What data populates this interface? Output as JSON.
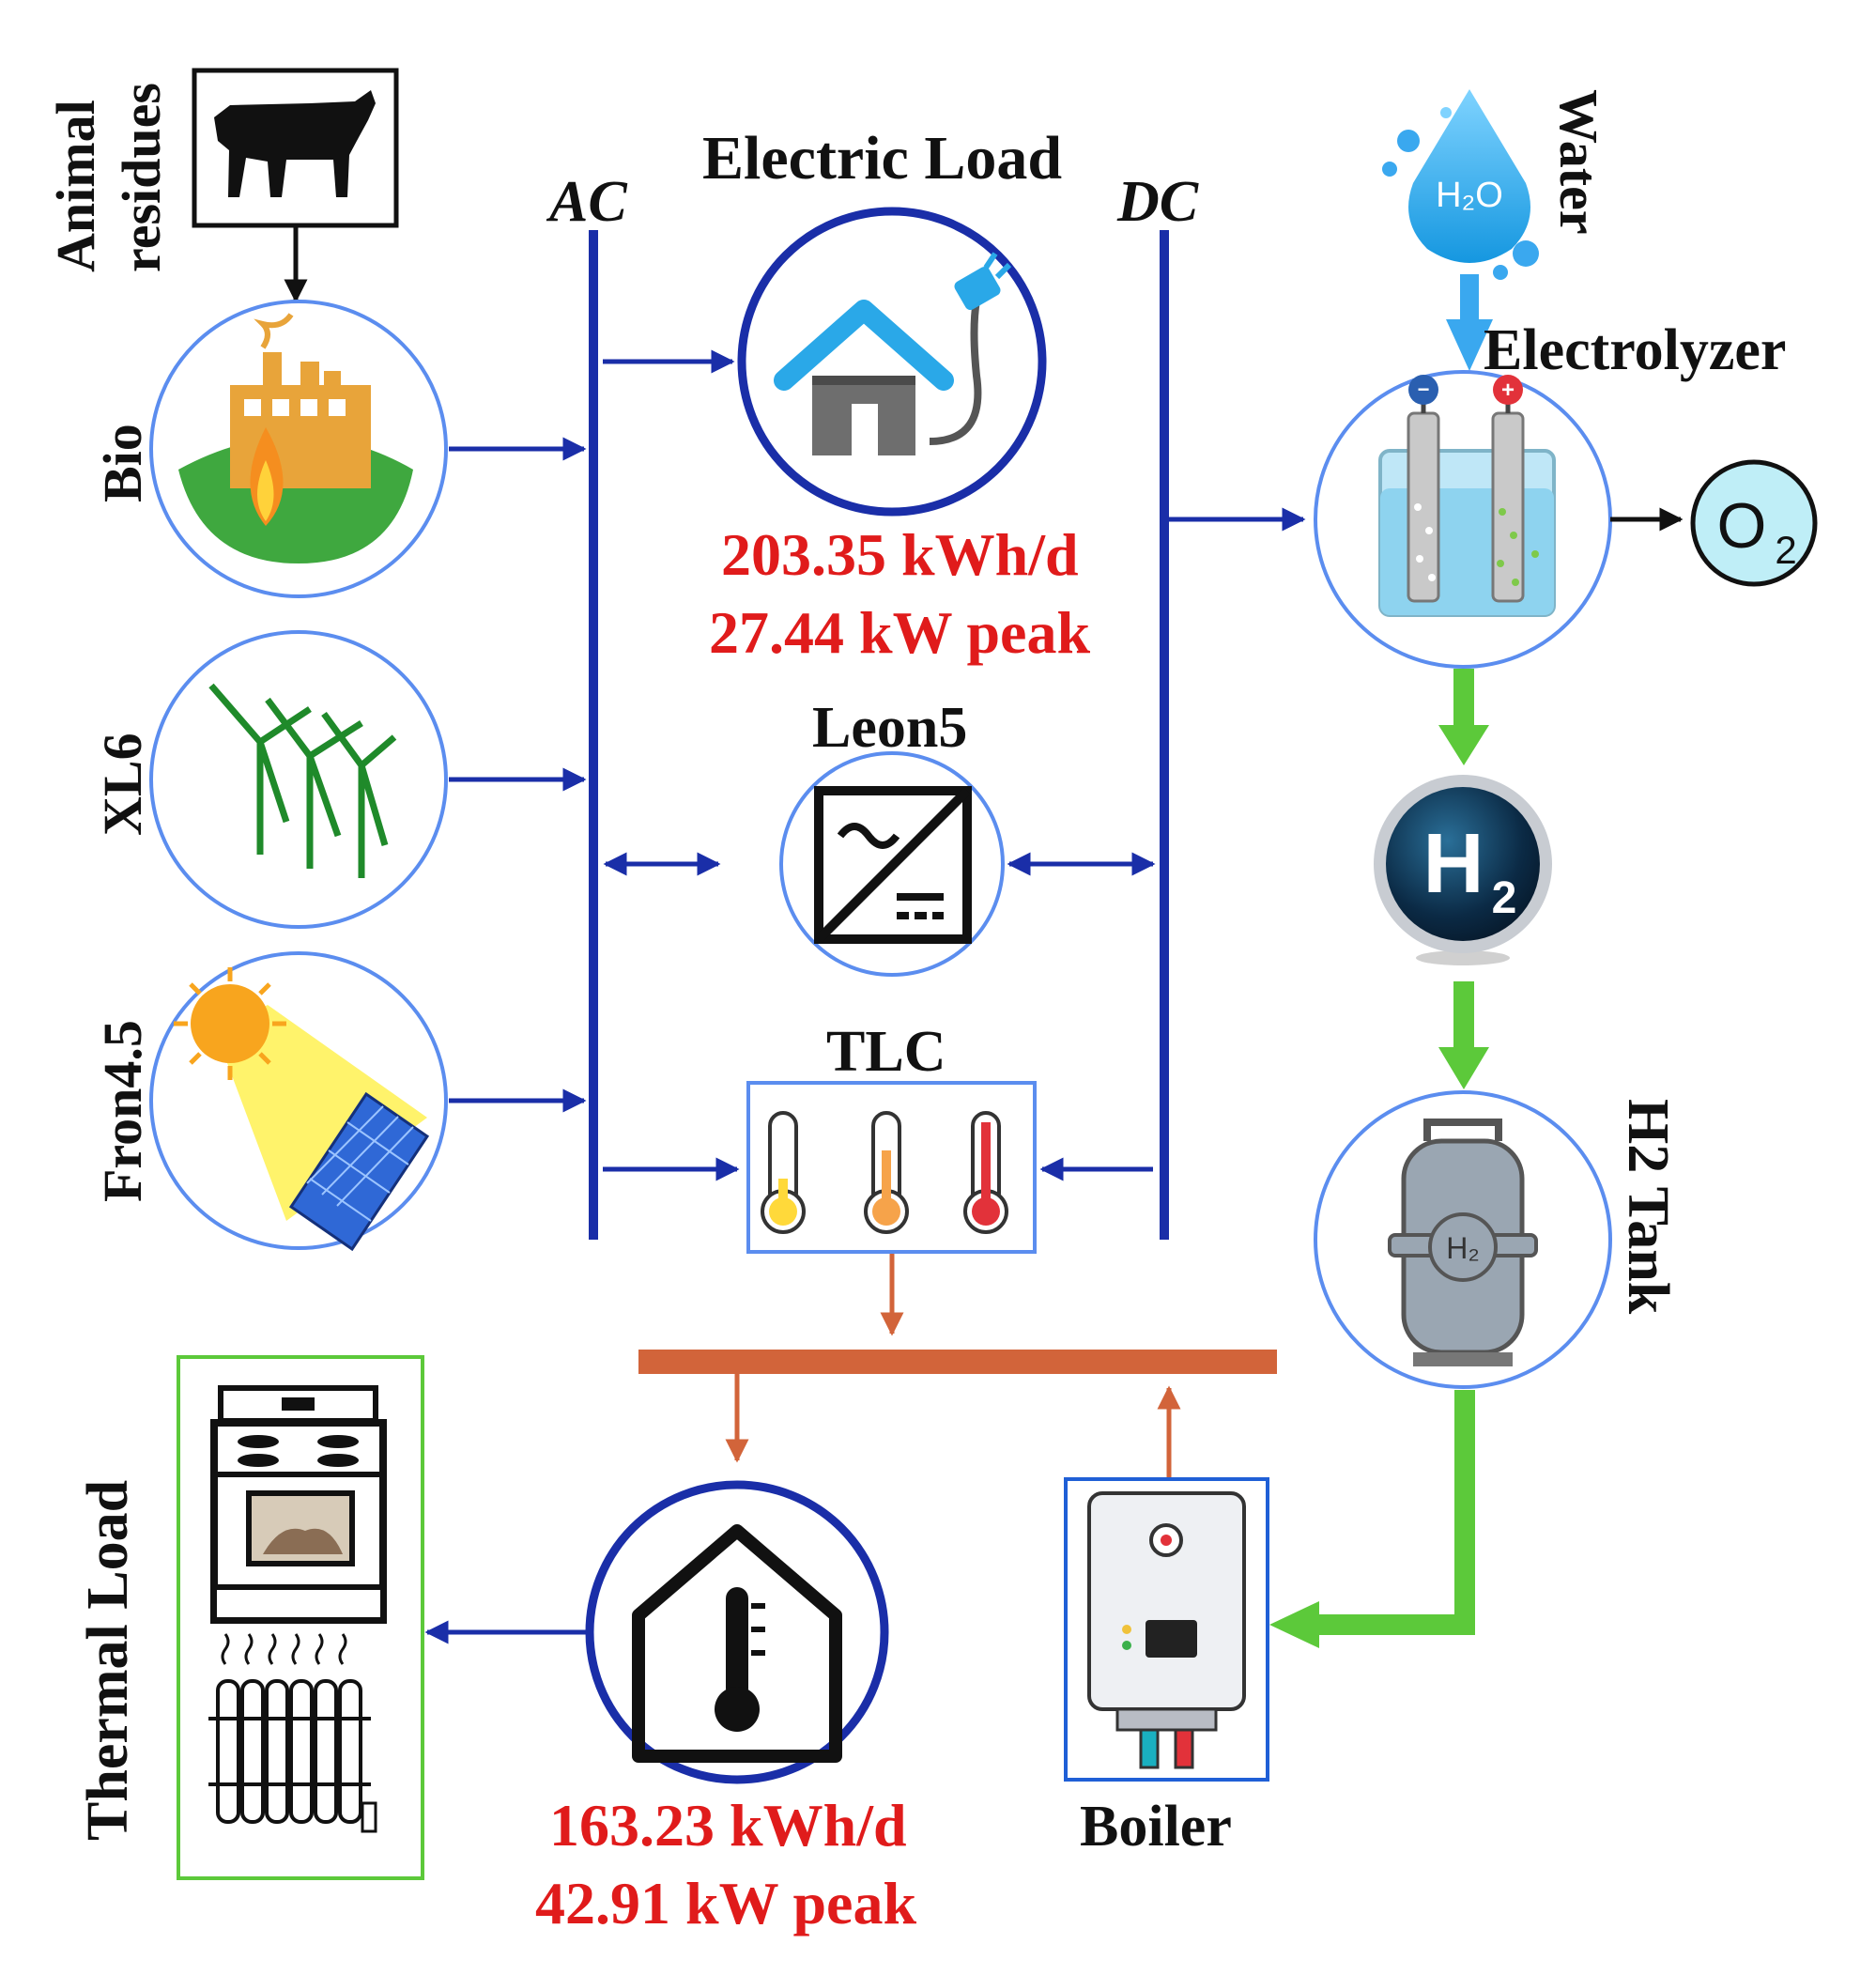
{
  "labels": {
    "animal_residues_line1": "Animal",
    "animal_residues_line2": "residues",
    "bio": "Bio",
    "wind": "XL6",
    "pv": "Fron4.5",
    "ac_bus": "AC",
    "dc_bus": "DC",
    "electric_load": "Electric Load",
    "converter": "Leon5",
    "tlc": "TLC",
    "water": "Water",
    "electrolyzer": "Electrolyzer",
    "h2_tank": "H2 Tank",
    "boiler": "Boiler",
    "thermal_load": "Thermal Load"
  },
  "electric_load": {
    "daily_energy": "203.35 kWh/d",
    "peak": "27.44 kW peak"
  },
  "thermal_load": {
    "daily_energy": "163.23 kWh/d",
    "peak": "42.91 kW peak"
  },
  "symbols": {
    "water_formula": "H₂O",
    "oxygen": "O",
    "oxygen_subscript": "2",
    "hydrogen": "H",
    "hydrogen_subscript": "2",
    "tank_formula": "H₂",
    "battery_minus": "−",
    "battery_plus": "+"
  },
  "colors": {
    "bus_blue": "#1a2ea8",
    "circle_blue": "#5b8def",
    "value_red": "#e01b1b",
    "heat_orange": "#d2643a",
    "hydrogen_green": "#5cc93a",
    "thermal_box_green": "#5cc93a"
  }
}
